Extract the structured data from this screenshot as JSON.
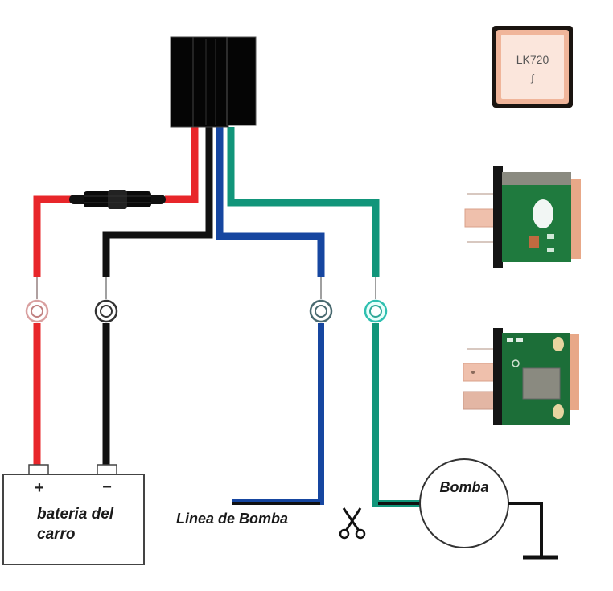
{
  "diagram": {
    "title": "GPS tracker relay wiring diagram",
    "colors": {
      "red_wire": "#e8262a",
      "black_wire": "#111111",
      "blue_wire": "#1646a0",
      "green_wire": "#11957a",
      "relay_body": "#050505",
      "pcb_green": "#1f7a3e",
      "copper": "#e9a98a"
    },
    "relay": {
      "label": ""
    },
    "fuse": {
      "label": ""
    },
    "battery": {
      "plus_label": "+",
      "minus_label": "−",
      "label_line1": "bateria del",
      "label_line2": "carro"
    },
    "pump_line": {
      "label": "Linea de Bomba"
    },
    "cut_icon": {
      "glyph": "✂"
    },
    "pump": {
      "label": "Bomba"
    },
    "device_photos": [
      {
        "name": "gps-antenna-top",
        "chip_label": "LK720"
      },
      {
        "name": "relay-side-view",
        "chip_label": ""
      },
      {
        "name": "relay-pcb-view",
        "chip_label": ""
      }
    ],
    "wires": [
      {
        "color": "red",
        "from": "relay",
        "to": "battery +",
        "has_fuse": true
      },
      {
        "color": "black",
        "from": "relay",
        "to": "battery -"
      },
      {
        "color": "blue",
        "from": "relay",
        "to": "Linea de Bomba"
      },
      {
        "color": "green",
        "from": "relay",
        "to": "Bomba"
      }
    ]
  }
}
